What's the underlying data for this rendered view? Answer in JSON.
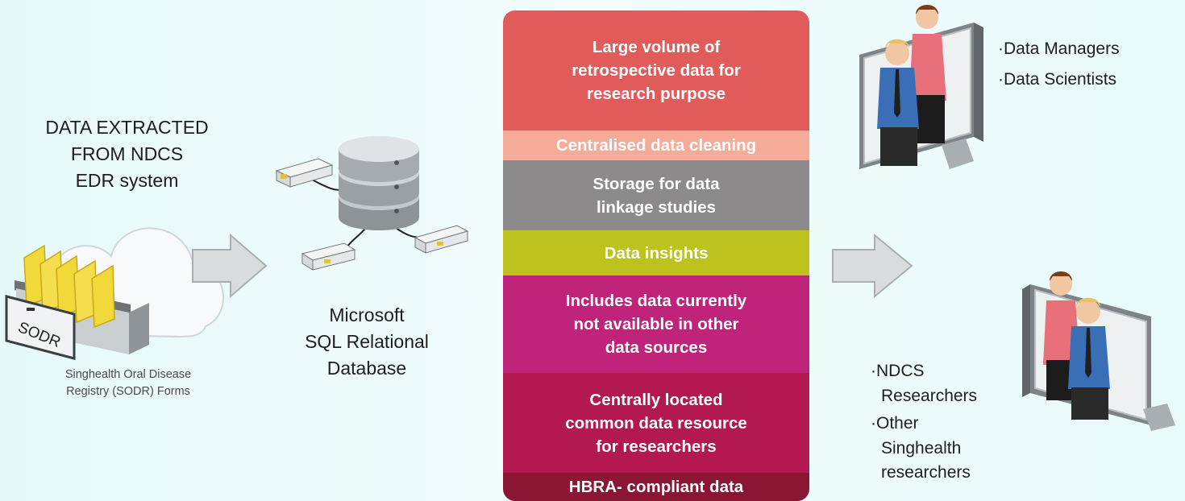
{
  "source": {
    "title_lines": [
      "DATA EXTRACTED",
      "FROM NDCS",
      "EDR system"
    ],
    "cabinet_label": "SODR",
    "caption_lines": [
      "Singhealth Oral Disease",
      "Registry (SODR) Forms"
    ]
  },
  "database": {
    "caption_lines": [
      "Microsoft",
      "SQL Relational",
      "Database"
    ]
  },
  "features": [
    {
      "text": "Large volume of\nretrospective data for\nresearch purpose",
      "color": "#e15b5b"
    },
    {
      "text": "Centralised data cleaning",
      "color": "#f4ab97"
    },
    {
      "text": "Storage for data\nlinkage studies",
      "color": "#8d8a8b"
    },
    {
      "text": "Data insights",
      "color": "#bdc21f"
    },
    {
      "text": "Includes data currently\nnot available in other\ndata sources",
      "color": "#c0237a"
    },
    {
      "text": "Centrally located\ncommon data resource\nfor researchers",
      "color": "#b3194e"
    },
    {
      "text": "HBRA- compliant data",
      "color": "#8b1634"
    }
  ],
  "users_top": [
    "Data Managers",
    "Data Scientists"
  ],
  "users_bottom": [
    {
      "lines": [
        "NDCS",
        "Researchers"
      ]
    },
    {
      "lines": [
        "Other",
        "Singhealth",
        "researchers"
      ]
    }
  ],
  "colors": {
    "arrow_fill": "#d9dcdd",
    "arrow_stroke": "#a9aeb0",
    "folder_yellow": "#f2d93a",
    "shirt_blue": "#3a6fb8",
    "blouse_pink": "#e8707a"
  }
}
